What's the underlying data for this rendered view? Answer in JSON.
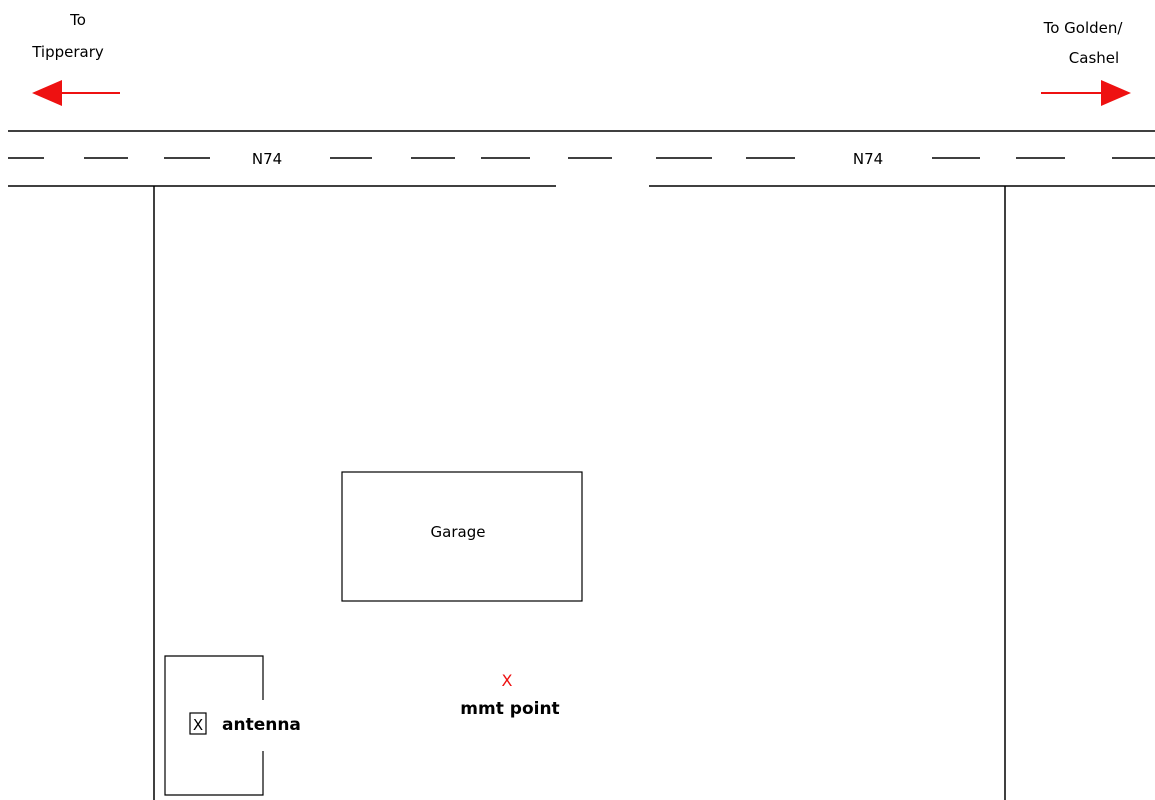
{
  "directions": {
    "left": {
      "line1": "To",
      "line2": "Tipperary",
      "arrow_color": "#ee1111"
    },
    "right": {
      "line1": "To Golden/",
      "line2": "Cashel",
      "arrow_color": "#ee1111"
    }
  },
  "road": {
    "label_left": "N74",
    "label_right": "N74"
  },
  "garage": {
    "label": "Garage"
  },
  "measurement_point": {
    "marker": "X",
    "label": "mmt point",
    "marker_color": "#ee1111"
  },
  "antenna": {
    "box_marker": "X",
    "label": "antenna"
  }
}
